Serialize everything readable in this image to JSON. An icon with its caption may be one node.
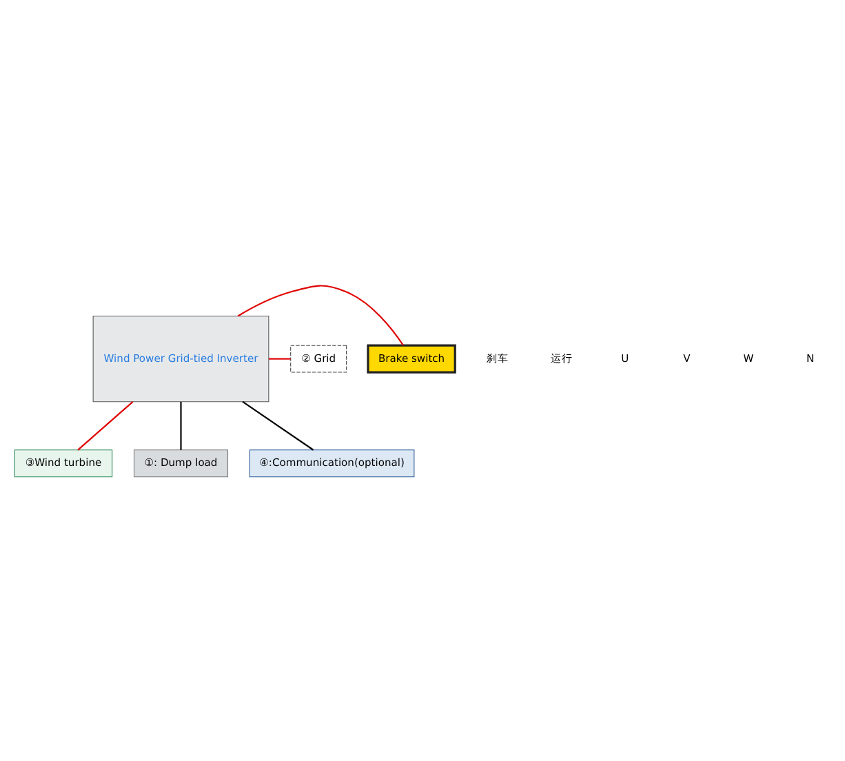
{
  "diagram": {
    "nodes": [
      {
        "text": [
          "Wind Power Grid-tied Inverter"
        ]
      },
      {
        "text": [
          "Brake switch"
        ]
      },
      {
        "text": [
          "③Wind turbine"
        ]
      },
      {
        "text": [
          "①: Dump load"
        ]
      },
      {
        "text": [
          "④:Communication(optional)"
        ]
      },
      {
        "text": [
          "② Grid"
        ]
      }
    ],
    "edges": [
      {
        "from": 0,
        "to": 1,
        "arrow": "none"
      },
      {
        "from": 0,
        "to": 2,
        "arrow": "none"
      },
      {
        "from": 0,
        "to": 3,
        "arrow": "none",
        "color": "#000000"
      },
      {
        "from": 0,
        "to": 4,
        "arrow": "none",
        "color": "#000000"
      },
      {
        "from": 0,
        "to": 5,
        "arrow": "none"
      }
    ],
    "labels": [
      "刹车",
      "运行",
      "U",
      "V",
      "W",
      "N"
    ]
  }
}
